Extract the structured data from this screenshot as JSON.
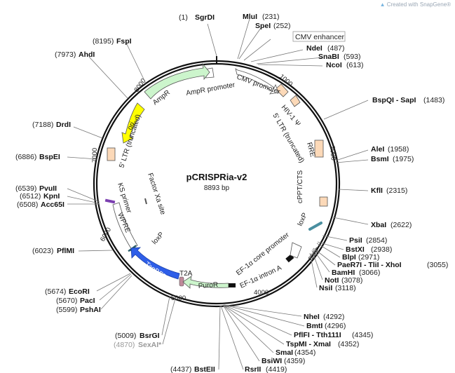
{
  "brand": "Created with SnapGene®",
  "plasmid": {
    "name": "pCRISPRia-v2",
    "size": "8893 bp"
  },
  "ticks": [
    "1000",
    "2000",
    "3000",
    "4000",
    "5000",
    "6000",
    "7000",
    "8000"
  ],
  "features": {
    "cmv_enhancer": "CMV enhancer",
    "cmv_promoter": "CMV promoter",
    "hiv_psi": "HIV-1 Ψ",
    "ltr3": "5' LTR (truncated)",
    "rre": "RRE",
    "cppt": "cPPT/CTS",
    "loxp_right": "loxP",
    "ef1a_core": "EF-1α core promoter",
    "ef1a_intron": "EF-1α intron A",
    "puror": "PuroR",
    "t2a": "T2A",
    "tagbfp": "TagBFP",
    "loxp_left": "loxP",
    "wpre": "WPRE",
    "ks_primer": "KS primer",
    "factor_xa": "Factor Xa site",
    "ltr5": "5' LTR (truncated)",
    "ori": "ori",
    "ampr": "AmpR",
    "ampr_promoter": "AmpR promoter"
  },
  "sites": {
    "sgrdi": {
      "pos": "(1)",
      "name": "SgrDI"
    },
    "mlui": {
      "name": "MluI",
      "pos": "(231)"
    },
    "spei": {
      "name": "SpeI",
      "pos": "(252)"
    },
    "ndei": {
      "name": "NdeI",
      "pos": "(487)"
    },
    "snabi": {
      "name": "SnaBI",
      "pos": "(593)"
    },
    "ncoi": {
      "name": "NcoI",
      "pos": "(613)"
    },
    "bspqi": {
      "name": "BspQI - SapI",
      "pos": "(1483)"
    },
    "alei": {
      "name": "AleI",
      "pos": "(1958)"
    },
    "bsmi": {
      "name": "BsmI",
      "pos": "(1975)"
    },
    "kfli": {
      "name": "KflI",
      "pos": "(2315)"
    },
    "xbai": {
      "name": "XbaI",
      "pos": "(2622)"
    },
    "psii": {
      "name": "PsiI",
      "pos": "(2854)"
    },
    "bstxi": {
      "name": "BstXI",
      "pos": "(2938)"
    },
    "blpi": {
      "name": "BlpI",
      "pos": "(2971)"
    },
    "paer7i": {
      "name": "PaeR7I - TliI - XhoI",
      "pos": "(3055)"
    },
    "bamhi": {
      "name": "BamHI",
      "pos": "(3066)"
    },
    "noti": {
      "name": "NotI",
      "pos": "(3078)"
    },
    "nsii": {
      "name": "NsiI",
      "pos": "(3118)"
    },
    "nhei": {
      "name": "NheI",
      "pos": "(4292)"
    },
    "bmti": {
      "name": "BmtI",
      "pos": "(4296)"
    },
    "pflfi": {
      "name": "PflFI - Tth111I",
      "pos": "(4345)"
    },
    "tspmi": {
      "name": "TspMI - XmaI",
      "pos": "(4352)"
    },
    "smai": {
      "name": "SmaI",
      "pos": "(4354)"
    },
    "bsiwi": {
      "name": "BsiWI",
      "pos": "(4359)"
    },
    "rsrii": {
      "name": "RsrII",
      "pos": "(4419)"
    },
    "bsteii": {
      "pos": "(4437)",
      "name": "BstEII"
    },
    "sexai": {
      "pos": "(4870)",
      "name": "SexAI*"
    },
    "bsrgi": {
      "pos": "(5009)",
      "name": "BsrGI"
    },
    "pshai": {
      "pos": "(5599)",
      "name": "PshAI"
    },
    "paci": {
      "pos": "(5670)",
      "name": "PacI"
    },
    "ecori": {
      "pos": "(5674)",
      "name": "EcoRI"
    },
    "pflmi": {
      "pos": "(6023)",
      "name": "PflMI"
    },
    "acc65i": {
      "pos": "(6508)",
      "name": "Acc65I"
    },
    "kpni": {
      "pos": "(6512)",
      "name": "KpnI"
    },
    "pvuii": {
      "pos": "(6539)",
      "name": "PvuII"
    },
    "bspei": {
      "pos": "(6886)",
      "name": "BspEI"
    },
    "drdi": {
      "pos": "(7188)",
      "name": "DrdI"
    },
    "ahdi": {
      "pos": "(7973)",
      "name": "AhdI"
    },
    "fspi": {
      "pos": "(8195)",
      "name": "FspI"
    }
  },
  "colors": {
    "backbone": "#111111",
    "ampr": "#ccf5cc",
    "ori": "#ffff00",
    "ltr": "#fcd9b8",
    "tagbfp": "#2e5ee8",
    "loxp": "#4a8fa0",
    "wpre": "#ffffff",
    "ks_primer": "#7b3fb0",
    "t2a": "#c08a9a"
  }
}
